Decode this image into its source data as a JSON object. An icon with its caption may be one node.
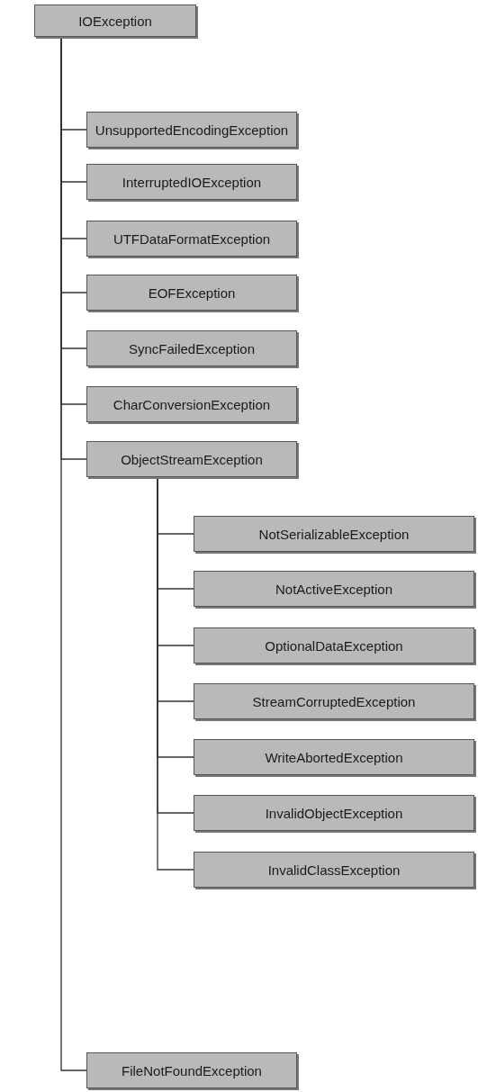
{
  "diagram": {
    "nodes": [
      {
        "text": [
          "IOException"
        ]
      },
      {
        "text": [
          "UnsupportedEncodingException"
        ]
      },
      {
        "text": [
          "InterruptedIOException"
        ]
      },
      {
        "text": [
          "UTFDataFormatException"
        ]
      },
      {
        "text": [
          "EOFException"
        ]
      },
      {
        "text": [
          "SyncFailedException"
        ]
      },
      {
        "text": [
          "CharConversionException"
        ]
      },
      {
        "text": [
          "ObjectStreamException"
        ]
      },
      {
        "text": [
          "NotSerializableException"
        ]
      },
      {
        "text": [
          "NotActiveException"
        ]
      },
      {
        "text": [
          "OptionalDataException"
        ]
      },
      {
        "text": [
          "StreamCorruptedException"
        ]
      },
      {
        "text": [
          "WriteAbortedException"
        ]
      },
      {
        "text": [
          "InvalidObjectException"
        ]
      },
      {
        "text": [
          "InvalidClassException"
        ]
      },
      {
        "text": [
          "FileNotFoundException"
        ]
      }
    ],
    "edges": [
      {
        "from": 0,
        "to": 1,
        "arrow": "none"
      },
      {
        "from": 0,
        "to": 2,
        "arrow": "none"
      },
      {
        "from": 0,
        "to": 3,
        "arrow": "none"
      },
      {
        "from": 0,
        "to": 4,
        "arrow": "none"
      },
      {
        "from": 0,
        "to": 5,
        "arrow": "none"
      },
      {
        "from": 0,
        "to": 6,
        "arrow": "none"
      },
      {
        "from": 0,
        "to": 7,
        "arrow": "none"
      },
      {
        "from": 7,
        "to": 8,
        "arrow": "none"
      },
      {
        "from": 7,
        "to": 9,
        "arrow": "none"
      },
      {
        "from": 7,
        "to": 10,
        "arrow": "none"
      },
      {
        "from": 7,
        "to": 11,
        "arrow": "none"
      },
      {
        "from": 7,
        "to": 12,
        "arrow": "none"
      },
      {
        "from": 7,
        "to": 13,
        "arrow": "none"
      },
      {
        "from": 7,
        "to": 14,
        "arrow": "none"
      },
      {
        "from": 0,
        "to": 15,
        "arrow": "none"
      }
    ]
  }
}
